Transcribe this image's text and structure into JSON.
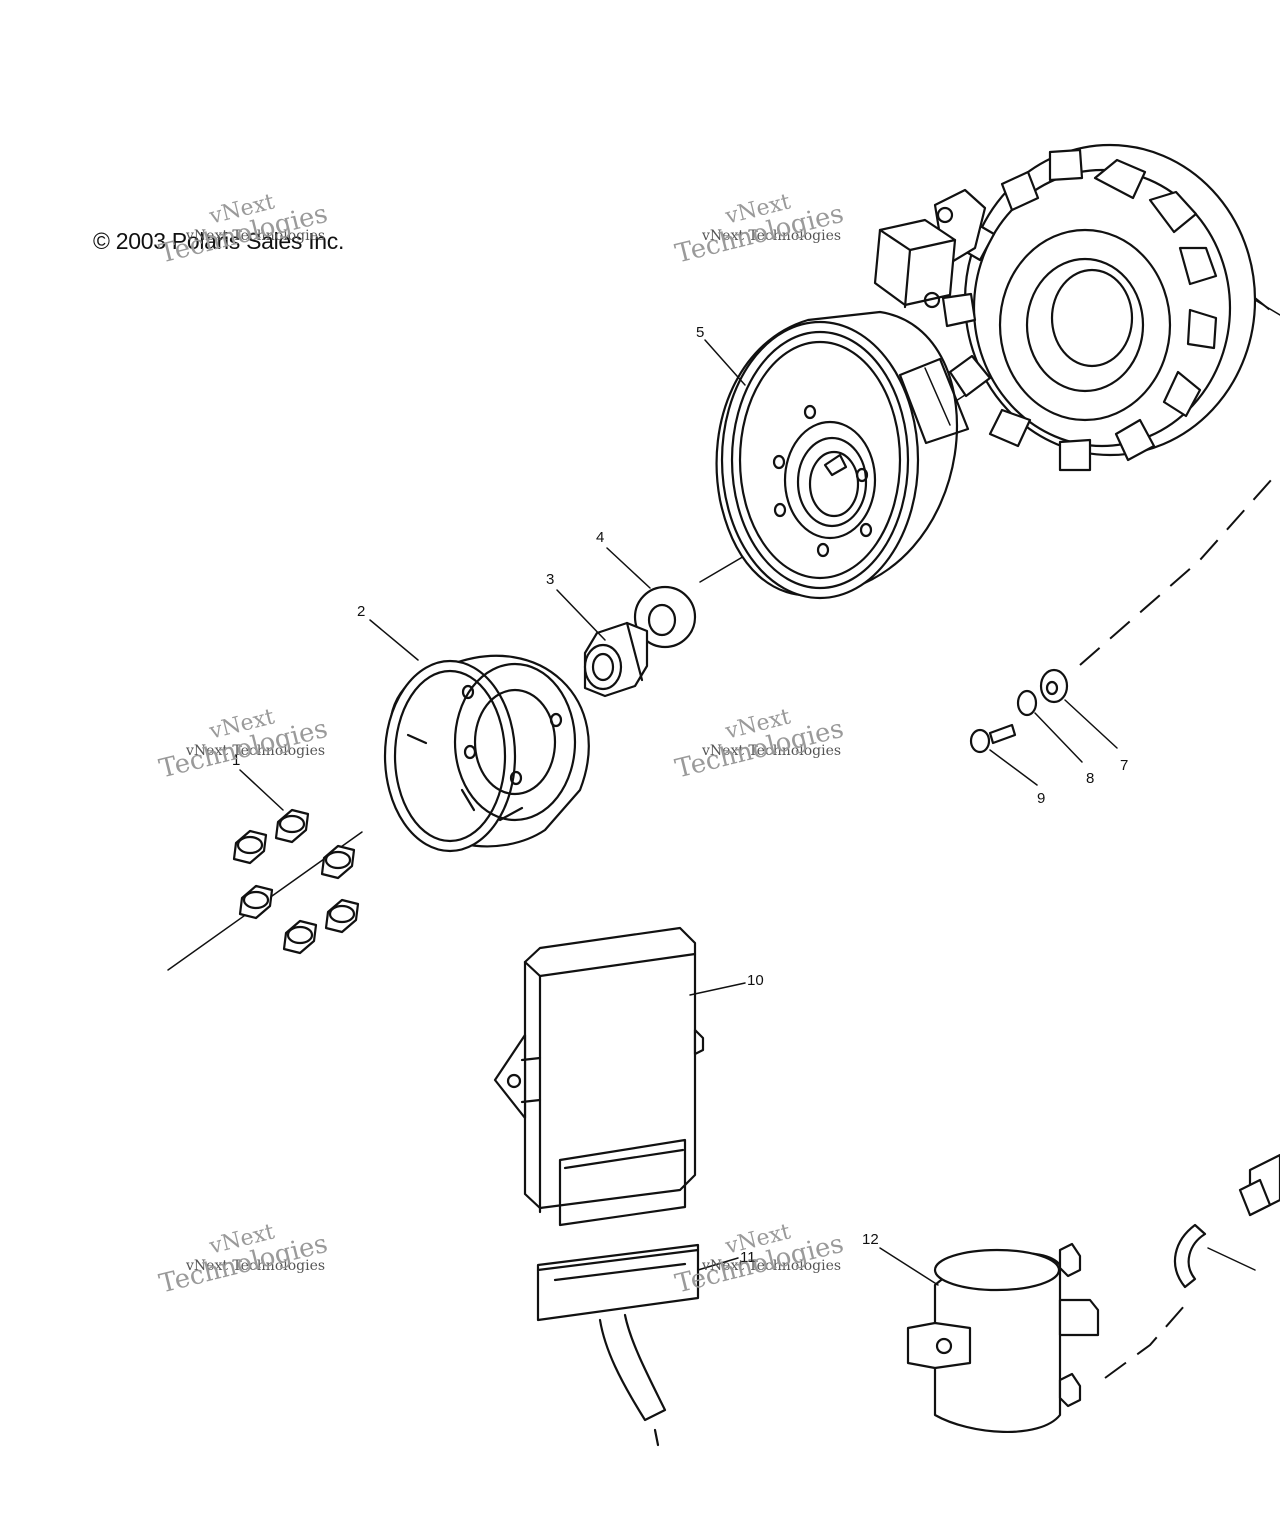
{
  "copyright": "© 2003 Polaris Sales Inc.",
  "watermark": {
    "line1": "vNext",
    "line2": "vNext Technologies",
    "line3": "Technologies"
  },
  "callouts": {
    "c1": "1",
    "c2": "2",
    "c3": "3",
    "c4": "4",
    "c5": "5",
    "c7": "7",
    "c8": "8",
    "c9": "9",
    "c10": "10",
    "c11": "11",
    "c12": "12"
  }
}
